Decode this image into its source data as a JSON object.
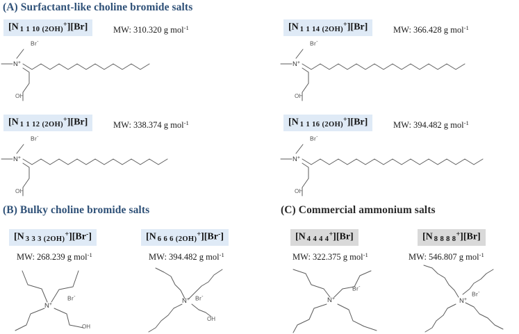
{
  "figure": {
    "title_a": "(A) Surfactant-like choline bromide salts",
    "title_b": "(B) Bulky choline bromide salts",
    "title_c": "(C) Commercial ammonium salts",
    "colors": {
      "header_blue": "#2e5077",
      "header_dark": "#2a2a2a",
      "chip_blue": "#dfeaf6",
      "chip_gray": "#d9d9d9",
      "bond_stroke": "#5a5a5a"
    }
  },
  "sections": [
    {
      "id": "A",
      "label": "(A) Surfactant-like choline bromide salts",
      "header_style": "blue",
      "chip_style": "blue",
      "compounds": [
        {
          "name_open": "[N",
          "subscript": "1 1 10 (2OH)",
          "charge": "+",
          "name_close": "][Br]",
          "mw_prefix": "MW:",
          "mw_value": "310.320",
          "mw_unit": "g mol",
          "mw_unit_sup": "-1",
          "counter_ion": "Br",
          "counter_ion_charge": "-",
          "nitrogen": "N",
          "nitrogen_charge": "+",
          "hydroxyl": "OH",
          "chain_carbons": 10
        },
        {
          "name_open": "[N",
          "subscript": "1 1 14 (2OH)",
          "charge": "+",
          "name_close": "][Br]",
          "mw_prefix": "MW:",
          "mw_value": "366.428",
          "mw_unit": "g mol",
          "mw_unit_sup": "-1",
          "counter_ion": "Br",
          "counter_ion_charge": "-",
          "nitrogen": "N",
          "nitrogen_charge": "+",
          "hydroxyl": "OH",
          "chain_carbons": 14
        },
        {
          "name_open": "[N",
          "subscript": "1 1 12 (2OH)",
          "charge": "+",
          "name_close": "][Br]",
          "mw_prefix": "MW:",
          "mw_value": "338.374",
          "mw_unit": "g mol",
          "mw_unit_sup": "-1",
          "counter_ion": "Br",
          "counter_ion_charge": "-",
          "nitrogen": "N",
          "nitrogen_charge": "+",
          "hydroxyl": "OH",
          "chain_carbons": 12
        },
        {
          "name_open": "[N",
          "subscript": "1 1 16 (2OH)",
          "charge": "+",
          "name_close": "][Br]",
          "mw_prefix": "MW:",
          "mw_value": "394.482",
          "mw_unit": "g mol",
          "mw_unit_sup": "-1",
          "counter_ion": "Br",
          "counter_ion_charge": "-",
          "nitrogen": "N",
          "nitrogen_charge": "+",
          "hydroxyl": "OH",
          "chain_carbons": 16
        }
      ]
    },
    {
      "id": "B",
      "label": "(B) Bulky choline bromide salts",
      "header_style": "blue",
      "chip_style": "blue",
      "compounds": [
        {
          "name_open": "[N",
          "subscript": "3 3 3 (2OH)",
          "charge": "+",
          "name_close": "][Br",
          "anion_charge": "-",
          "name_tail": "]",
          "mw_prefix": "MW:",
          "mw_value": "268.239",
          "mw_unit": "g mol",
          "mw_unit_sup": "-1",
          "counter_ion": "Br",
          "counter_ion_charge": "-",
          "nitrogen": "N",
          "nitrogen_charge": "+",
          "hydroxyl": "OH"
        },
        {
          "name_open": "[N",
          "subscript": "6 6 6 (2OH)",
          "charge": "+",
          "name_close": "][Br",
          "anion_charge": "-",
          "name_tail": "]",
          "mw_prefix": "MW:",
          "mw_value": "394.482",
          "mw_unit": "g mol",
          "mw_unit_sup": "-1",
          "counter_ion": "Br",
          "counter_ion_charge": "-",
          "nitrogen": "N",
          "nitrogen_charge": "+",
          "hydroxyl": "OH"
        }
      ]
    },
    {
      "id": "C",
      "label": "(C) Commercial ammonium salts",
      "header_style": "dark",
      "chip_style": "gray",
      "compounds": [
        {
          "name_open": "[N",
          "subscript": "4 4 4 4",
          "charge": "+",
          "name_close": "][Br]",
          "mw_prefix": "MW:",
          "mw_value": "322.375",
          "mw_unit": "g mol",
          "mw_unit_sup": "-1",
          "counter_ion": "Br",
          "counter_ion_charge": "-",
          "nitrogen": "N",
          "nitrogen_charge": "+"
        },
        {
          "name_open": "[N",
          "subscript": "8 8 8 8",
          "charge": "+",
          "name_close": "][Br]",
          "mw_prefix": "MW:",
          "mw_value": "546.807",
          "mw_unit": "g mol",
          "mw_unit_sup": "-1",
          "counter_ion": "Br",
          "counter_ion_charge": "-",
          "nitrogen": "N",
          "nitrogen_charge": "+"
        }
      ]
    }
  ]
}
